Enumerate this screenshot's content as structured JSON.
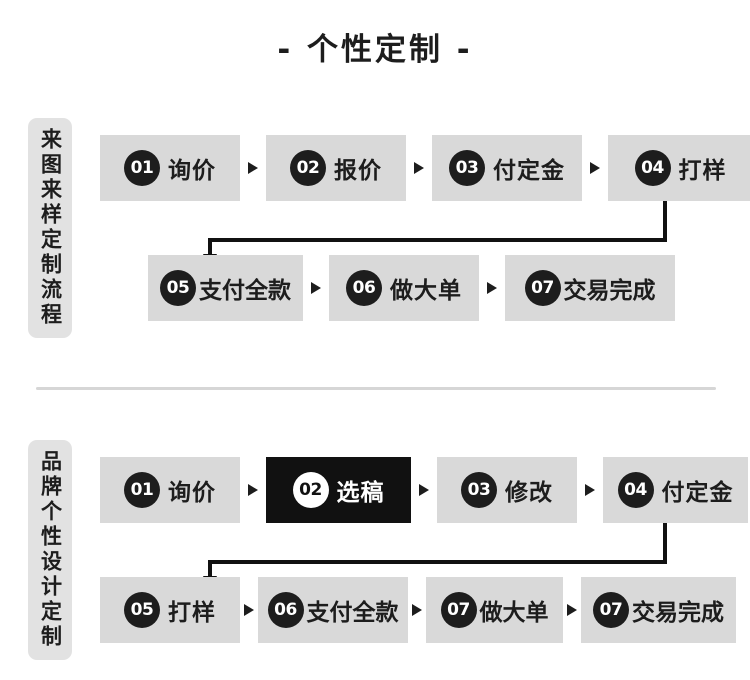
{
  "page": {
    "title": "- 个性定制 -",
    "background_color": "#ffffff",
    "accent_color": "#1d1d1d",
    "chip_color": "#d9d9d9",
    "active_chip_color": "#111111",
    "side_label_color": "#e2e2e2",
    "divider_color": "#d6d6d6"
  },
  "sections": [
    {
      "side_label": "来图来样定制流程",
      "rows": [
        {
          "steps": [
            {
              "number": "01",
              "label": "询价",
              "active": false
            },
            {
              "number": "02",
              "label": "报价",
              "active": false
            },
            {
              "number": "03",
              "label": "付定金",
              "active": false
            },
            {
              "number": "04",
              "label": "打样",
              "active": false
            }
          ]
        },
        {
          "steps": [
            {
              "number": "05",
              "label": "支付全款",
              "active": false
            },
            {
              "number": "06",
              "label": "做大单",
              "active": false
            },
            {
              "number": "07",
              "label": "交易完成",
              "active": false
            }
          ]
        }
      ]
    },
    {
      "side_label": "品牌个性设计定制",
      "rows": [
        {
          "steps": [
            {
              "number": "01",
              "label": "询价",
              "active": false
            },
            {
              "number": "02",
              "label": "选稿",
              "active": true
            },
            {
              "number": "03",
              "label": "修改",
              "active": false
            },
            {
              "number": "04",
              "label": "付定金",
              "active": false
            }
          ]
        },
        {
          "steps": [
            {
              "number": "05",
              "label": "打样",
              "active": false
            },
            {
              "number": "06",
              "label": "支付全款",
              "active": false
            },
            {
              "number": "07",
              "label": "做大单",
              "active": false
            },
            {
              "number": "07",
              "label": "交易完成",
              "active": false
            }
          ]
        }
      ]
    }
  ]
}
